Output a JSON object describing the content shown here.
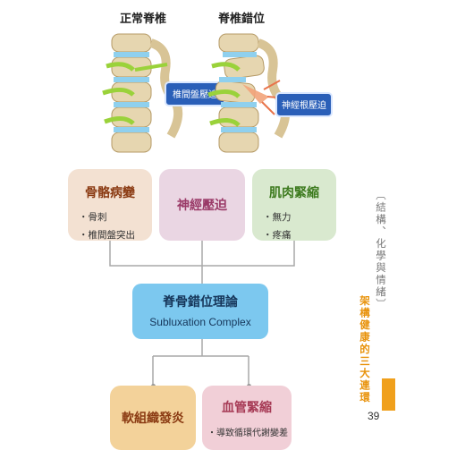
{
  "illustration": {
    "left_label": "正常脊椎",
    "right_label": "脊椎錯位",
    "left_callout": "椎間盤壓迫",
    "right_callout": "神經根壓迫"
  },
  "boxes": {
    "bone": {
      "title": "骨骼病變",
      "items": [
        "骨刺",
        "椎間盤突出"
      ]
    },
    "nerve": {
      "title": "神經壓迫"
    },
    "muscle": {
      "title": "肌肉緊縮",
      "items": [
        "無力",
        "疼痛"
      ]
    },
    "center": {
      "title": "脊骨錯位理論",
      "subtitle": "Subluxation Complex"
    },
    "tissue": {
      "title": "軟組織發炎"
    },
    "vessel": {
      "title": "血管緊縮",
      "items": [
        "導致循環代謝變差"
      ]
    }
  },
  "side": {
    "subtitle": "〔結構、化學與情緒〕",
    "title": "架構健康的三大連環"
  },
  "page_number": "39",
  "colors": {
    "bone_bg": "#f3e1d2",
    "nerve_bg": "#ead6e3",
    "muscle_bg": "#d9e9cf",
    "center_bg": "#7cc8ef",
    "tissue_bg": "#f3d29a",
    "vessel_bg": "#f1cfd7",
    "accent": "#f0a01c"
  }
}
